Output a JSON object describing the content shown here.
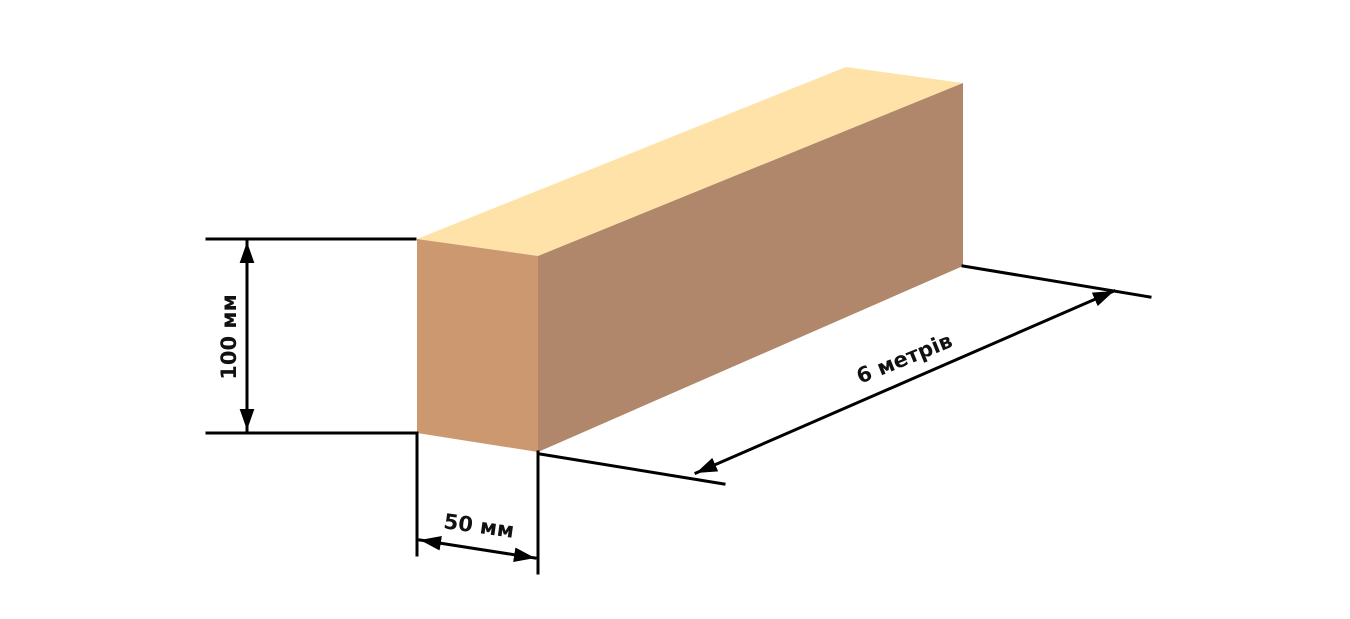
{
  "colors": {
    "top_face": "#fee2a8",
    "front_face": "#cc9870",
    "side_face": "#b0876a",
    "dimension_lines": "#000000"
  },
  "dimensions": {
    "height_label": "100 мм",
    "width_label": "50 мм",
    "length_label": "6 метрів"
  }
}
